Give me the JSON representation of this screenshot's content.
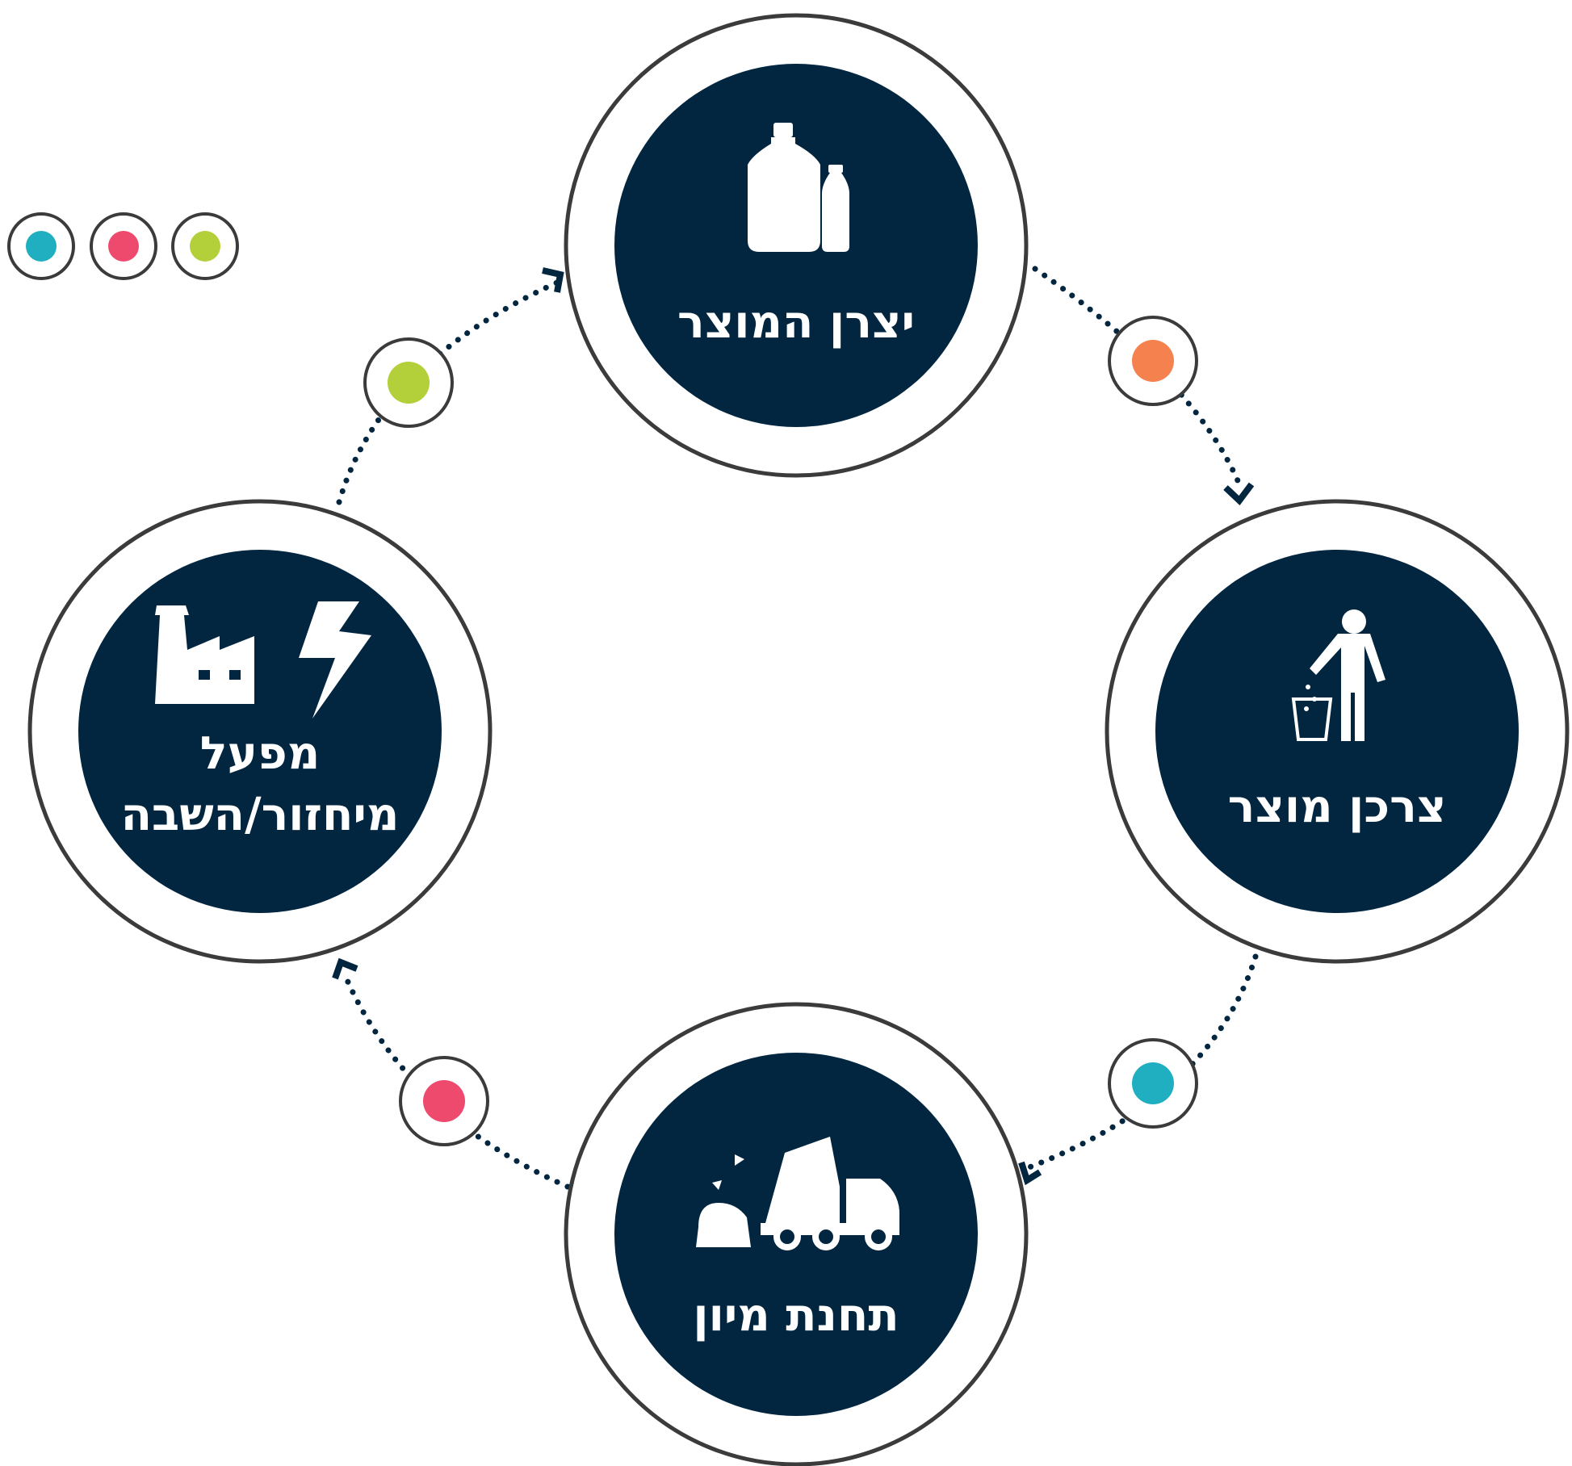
{
  "colors": {
    "navy": "#02263f",
    "ring": "#3b3b3b",
    "dots": "#02263f",
    "teal": "#20aec1",
    "pink": "#ee4a6e",
    "lime": "#b3cf3a",
    "orange": "#f5814f"
  },
  "stages": {
    "producer": {
      "label": "יצרן המוצר",
      "icon": "bottles-icon"
    },
    "consumer": {
      "label": "צרכן מוצר",
      "icon": "person-littering-icon"
    },
    "sorting": {
      "label": "תחנת מיון",
      "icon": "garbage-truck-icon"
    },
    "plant": {
      "line1": "מפעל",
      "line2": "מיחזור/השבה",
      "icon": "factory-lightning-icon"
    }
  },
  "connectors": [
    {
      "from": "producer",
      "to": "consumer",
      "color": "orange"
    },
    {
      "from": "consumer",
      "to": "sorting",
      "color": "teal"
    },
    {
      "from": "sorting",
      "to": "plant",
      "color": "pink"
    },
    {
      "from": "plant",
      "to": "producer",
      "color": "lime"
    }
  ],
  "legend": [
    "teal",
    "pink",
    "lime"
  ]
}
